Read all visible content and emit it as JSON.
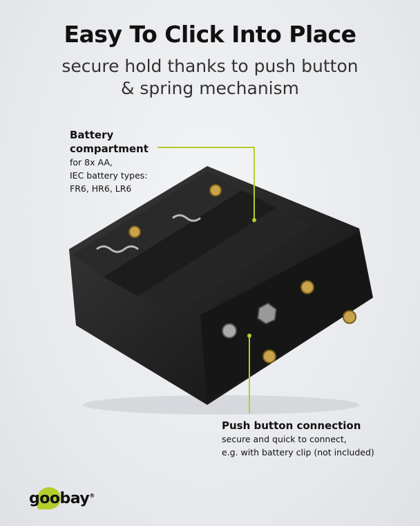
{
  "header": {
    "title": "Easy To Click Into Place",
    "subtitle_line1": "secure hold thanks to push button",
    "subtitle_line2": "& spring mechanism"
  },
  "callouts": [
    {
      "title_line1": "Battery",
      "title_line2": "compartment",
      "lines": [
        "for 8x AA,",
        "IEC battery types:",
        "FR6, HR6, LR6"
      ]
    },
    {
      "title": "Push button connection",
      "lines": [
        "secure and quick to connect,",
        "e.g. with battery clip (not included)"
      ]
    }
  ],
  "brand": {
    "name": "goobay",
    "mark": "®",
    "accent": "#b5cd2b"
  }
}
